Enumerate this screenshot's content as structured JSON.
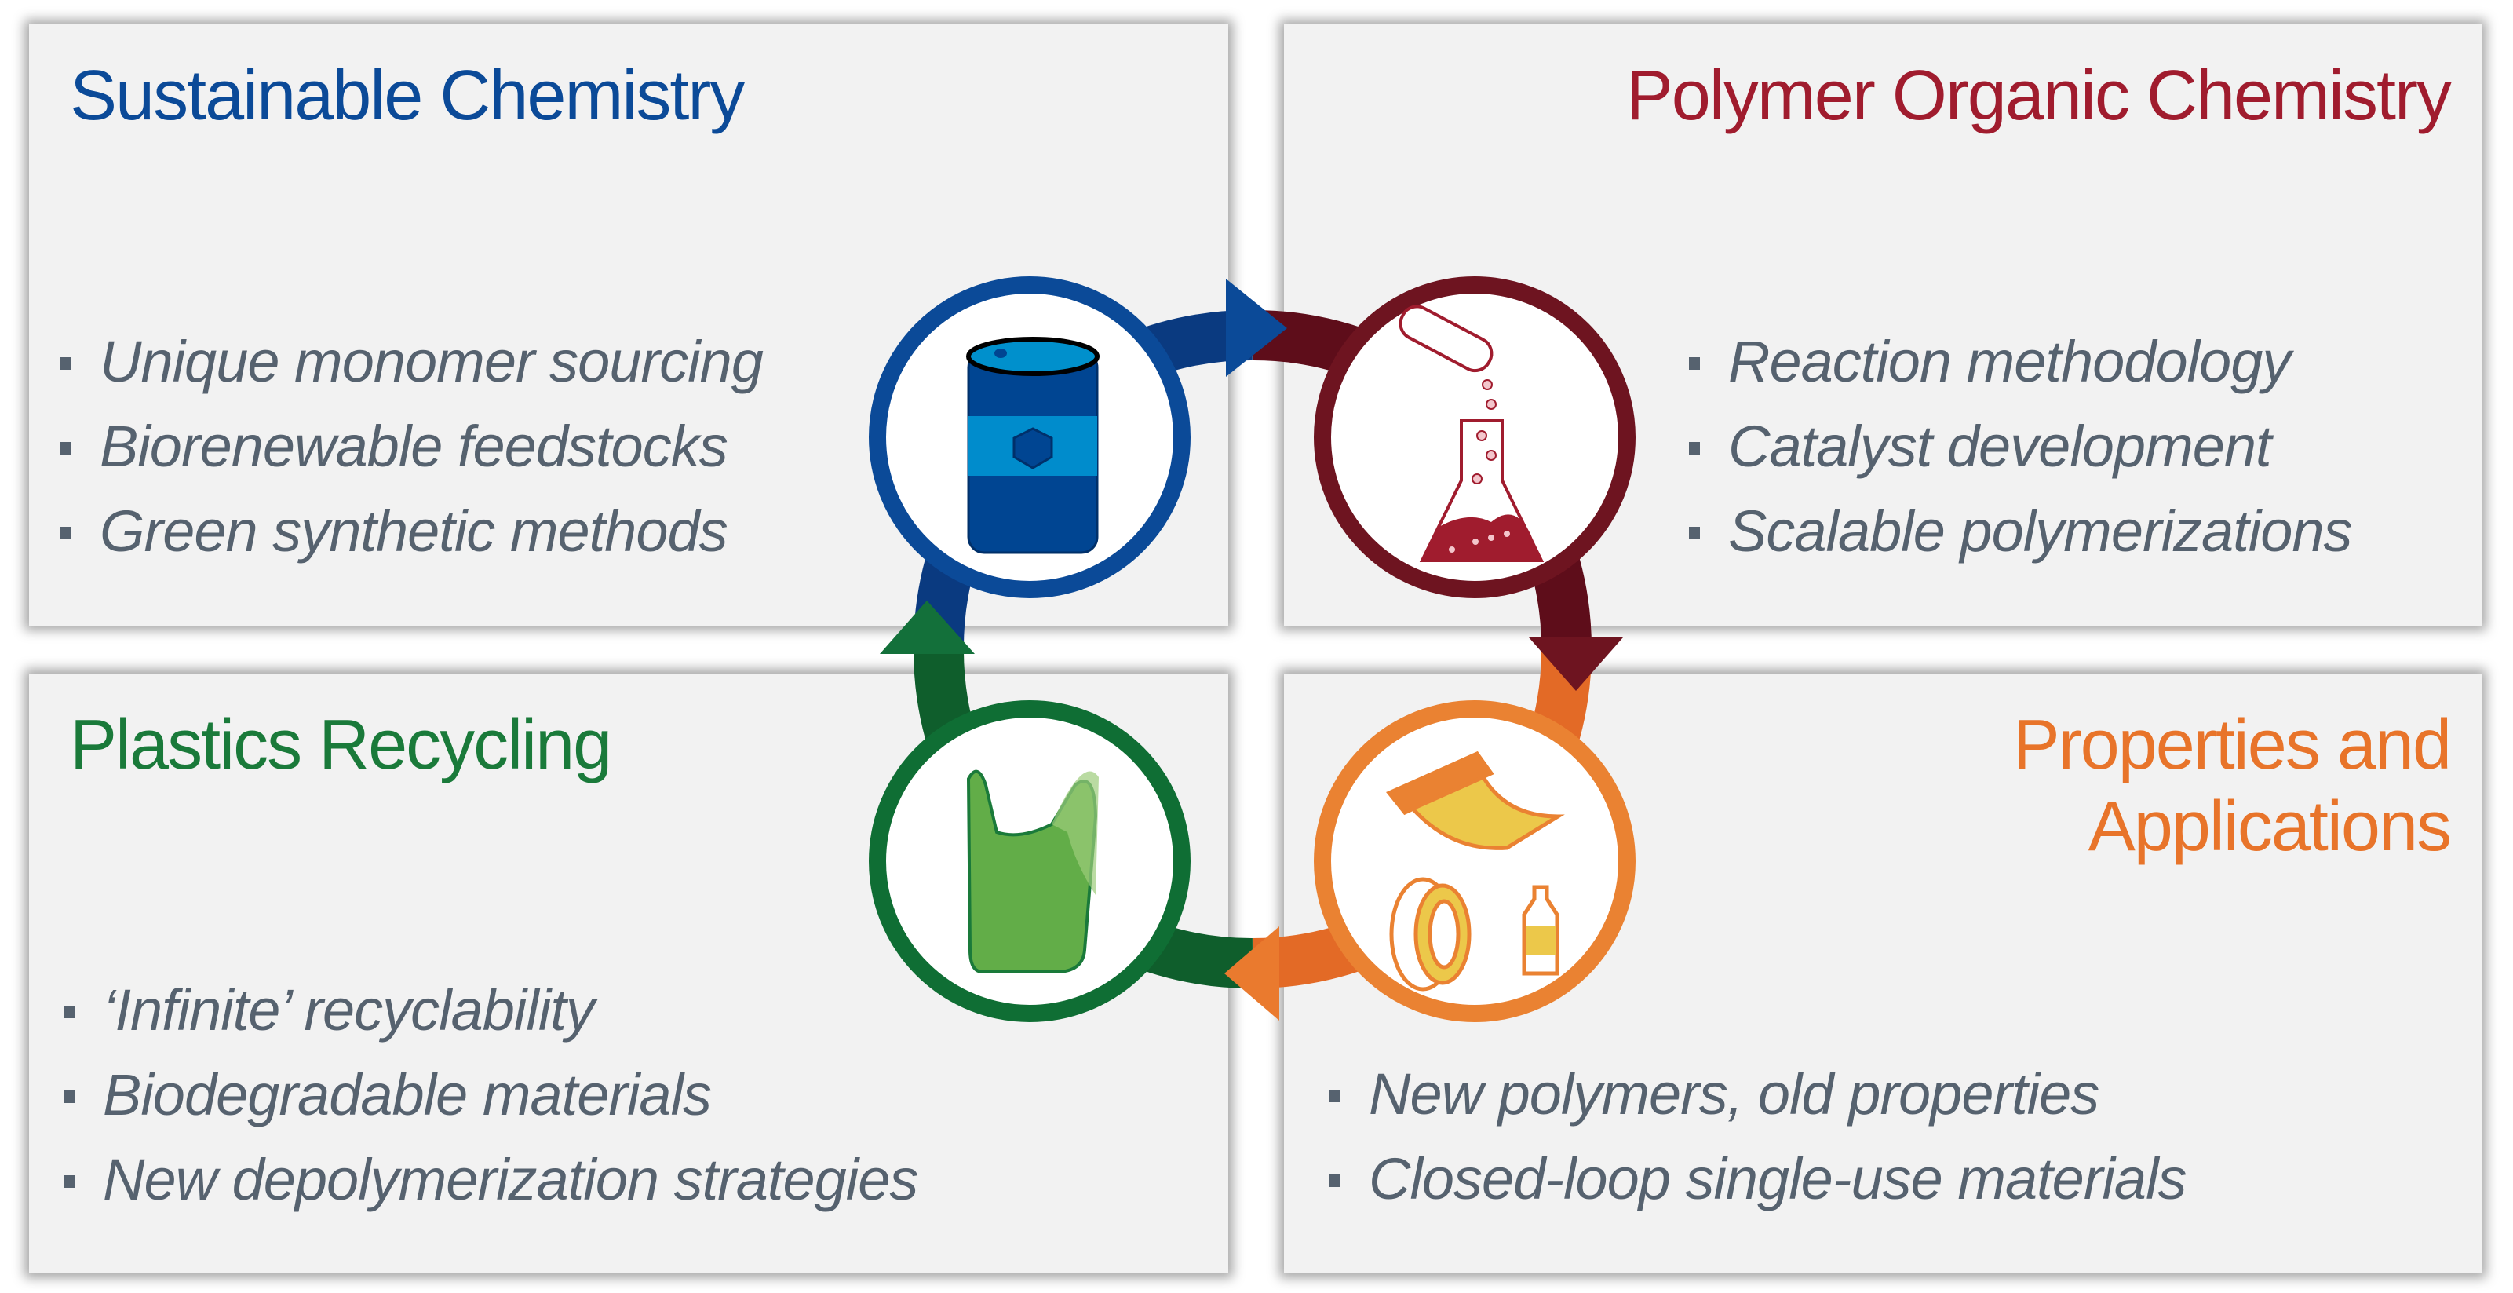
{
  "colors": {
    "blue": "#0b4a98",
    "red": "#a01c2e",
    "green": "#1a7a3a",
    "orange": "#e8742a",
    "bullet": "#56626f",
    "panel": "#f2f2f2"
  },
  "quadrants": {
    "sustainable": {
      "title": "Sustainable Chemistry",
      "icon": "oil-barrel-icon",
      "bullets": [
        "Unique monomer sourcing",
        "Biorenewable feedstocks",
        "Green synthetic methods"
      ]
    },
    "polymer": {
      "title": "Polymer Organic Chemistry",
      "icon": "flask-icon",
      "bullets": [
        "Reaction methodology",
        "Catalyst development",
        "Scalable polymerizations"
      ]
    },
    "recycling": {
      "title": "Plastics Recycling",
      "icon": "plastic-bag-icon",
      "bullets": [
        "‘Infinite’ recyclability",
        "Biodegradable materials",
        "New depolymerization strategies"
      ]
    },
    "properties": {
      "title_line1": "Properties and",
      "title_line2": "Applications",
      "icon": "products-icon",
      "bullets": [
        "New polymers, old properties",
        "Closed-loop single-use materials"
      ]
    }
  }
}
